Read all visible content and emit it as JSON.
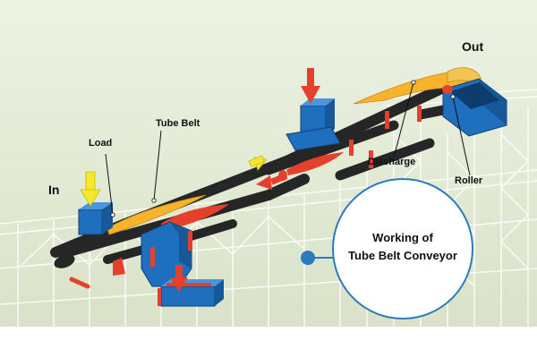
{
  "labels": {
    "tube_belt": "Tube Belt",
    "load": "Load",
    "in": "In",
    "out": "Out",
    "discharge": "Discharge",
    "roller": "Roller"
  },
  "callout": {
    "line1": "Working of",
    "line2": "Tube Belt Conveyor"
  },
  "colors": {
    "background": "#e2e8d4",
    "structure_lines": "#ffffff",
    "belt": "#262626",
    "material": "#f7b32b",
    "frame_blue": "#1f6fbf",
    "arrow_red": "#e5402c",
    "arrow_yellow": "#f5e72b",
    "dot": "#2b7bbf"
  }
}
